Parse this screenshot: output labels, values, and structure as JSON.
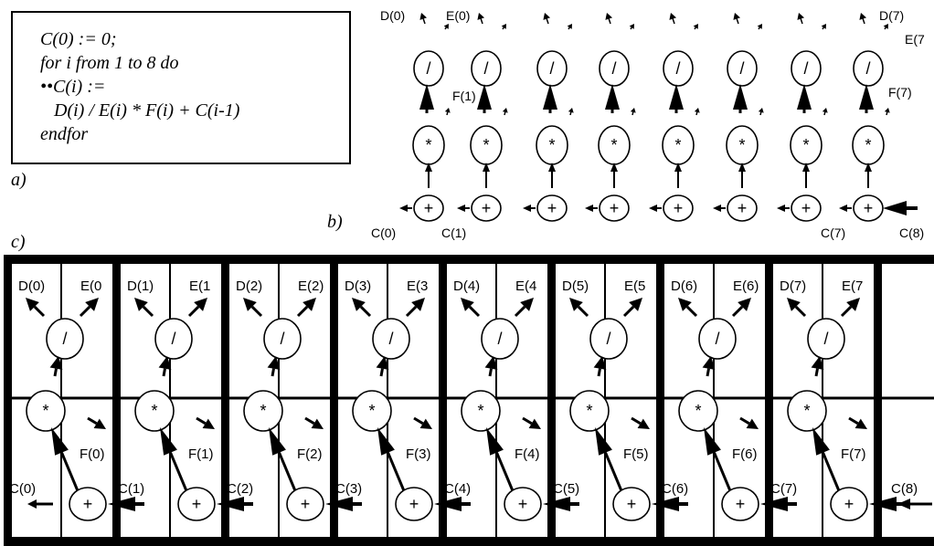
{
  "panel_labels": {
    "a": "a)",
    "b": "b)",
    "c": "c)"
  },
  "code": [
    "C(0) := 0;",
    "for i from 1 to 8 do",
    "••C(i) :=",
    "   D(i) / E(i) * F(i) + C(i-1)",
    "endfor"
  ],
  "ops": {
    "div": "/",
    "mul": "*",
    "add": "+"
  },
  "graph_b": {
    "top_labels": [
      "D(0)",
      "E(0)",
      "D(7)",
      "E(7"
    ],
    "mid_labels": [
      "F(1)",
      "F(7)"
    ],
    "bottom_labels": [
      "C(0)",
      "C(1)",
      "C(7)",
      "C(8)"
    ]
  },
  "array_c": {
    "cells": [
      {
        "d": "D(0)",
        "e": "E(0",
        "f": "F(0)",
        "c": "C(0)"
      },
      {
        "d": "D(1)",
        "e": "E(1",
        "f": "F(1)",
        "c": "C(1)"
      },
      {
        "d": "D(2)",
        "e": "E(2)",
        "f": "F(2)",
        "c": "C(2)"
      },
      {
        "d": "D(3)",
        "e": "E(3",
        "f": "F(3)",
        "c": "C(3)"
      },
      {
        "d": "D(4)",
        "e": "E(4",
        "f": "F(4)",
        "c": "C(4)"
      },
      {
        "d": "D(5)",
        "e": "E(5",
        "f": "F(5)",
        "c": "C(5)"
      },
      {
        "d": "D(6)",
        "e": "E(6)",
        "f": "F(6)",
        "c": "C(6)"
      },
      {
        "d": "D(7)",
        "e": "E(7",
        "f": "F(7)",
        "c": "C(7)"
      }
    ],
    "end_label": "C(8)"
  }
}
